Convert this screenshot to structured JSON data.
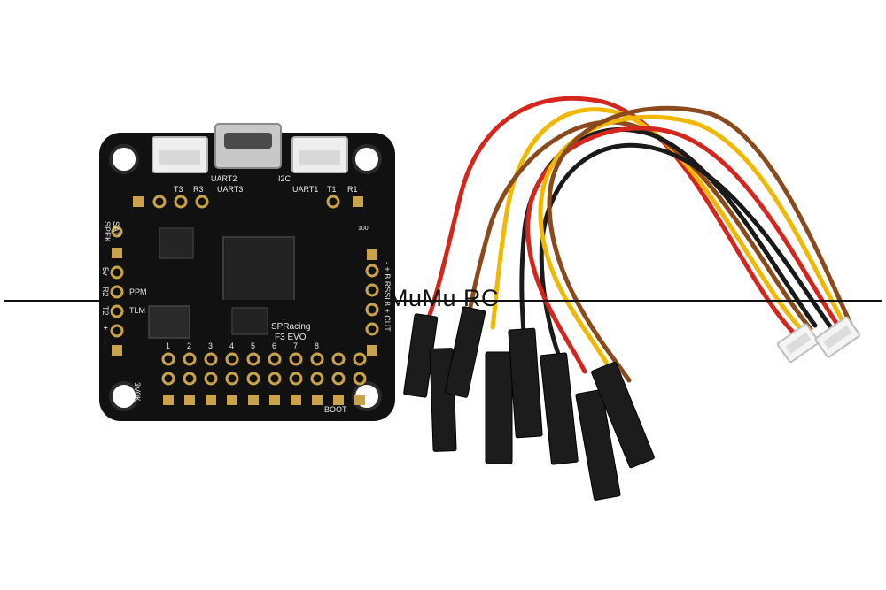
{
  "watermark": {
    "text": "MuMu RC"
  },
  "board": {
    "name": "SPRacing",
    "model": "F3 EVO",
    "labels": {
      "uart2": "UART2",
      "uart3": "UART3",
      "uart1": "UART1",
      "i2c": "I2C",
      "t3": "T3",
      "r3": "R3",
      "t1": "T1",
      "r1": "R1",
      "spek": "SPEK",
      "sat": "SAT",
      "five_v": "5v",
      "r2": "R2",
      "t2": "T2",
      "plus": "+",
      "minus": "-",
      "ppm": "PPM",
      "tlm": "TLM",
      "rssi_row": "- + B RSSI",
      "cur_row": "B + CUT",
      "led_label": "100",
      "vbat": "3V0K",
      "boot": "BOOT",
      "motor_numbers": [
        "1",
        "2",
        "3",
        "4",
        "5",
        "6",
        "7",
        "8"
      ]
    }
  },
  "colors": {
    "pcb": "#111111",
    "pad": "#c9a24a",
    "wire_red": "#d4261c",
    "wire_yellow": "#f0b800",
    "wire_brown": "#8a4a1c",
    "wire_black": "#1a1a1a",
    "connector_white": "#f4f4f4"
  }
}
